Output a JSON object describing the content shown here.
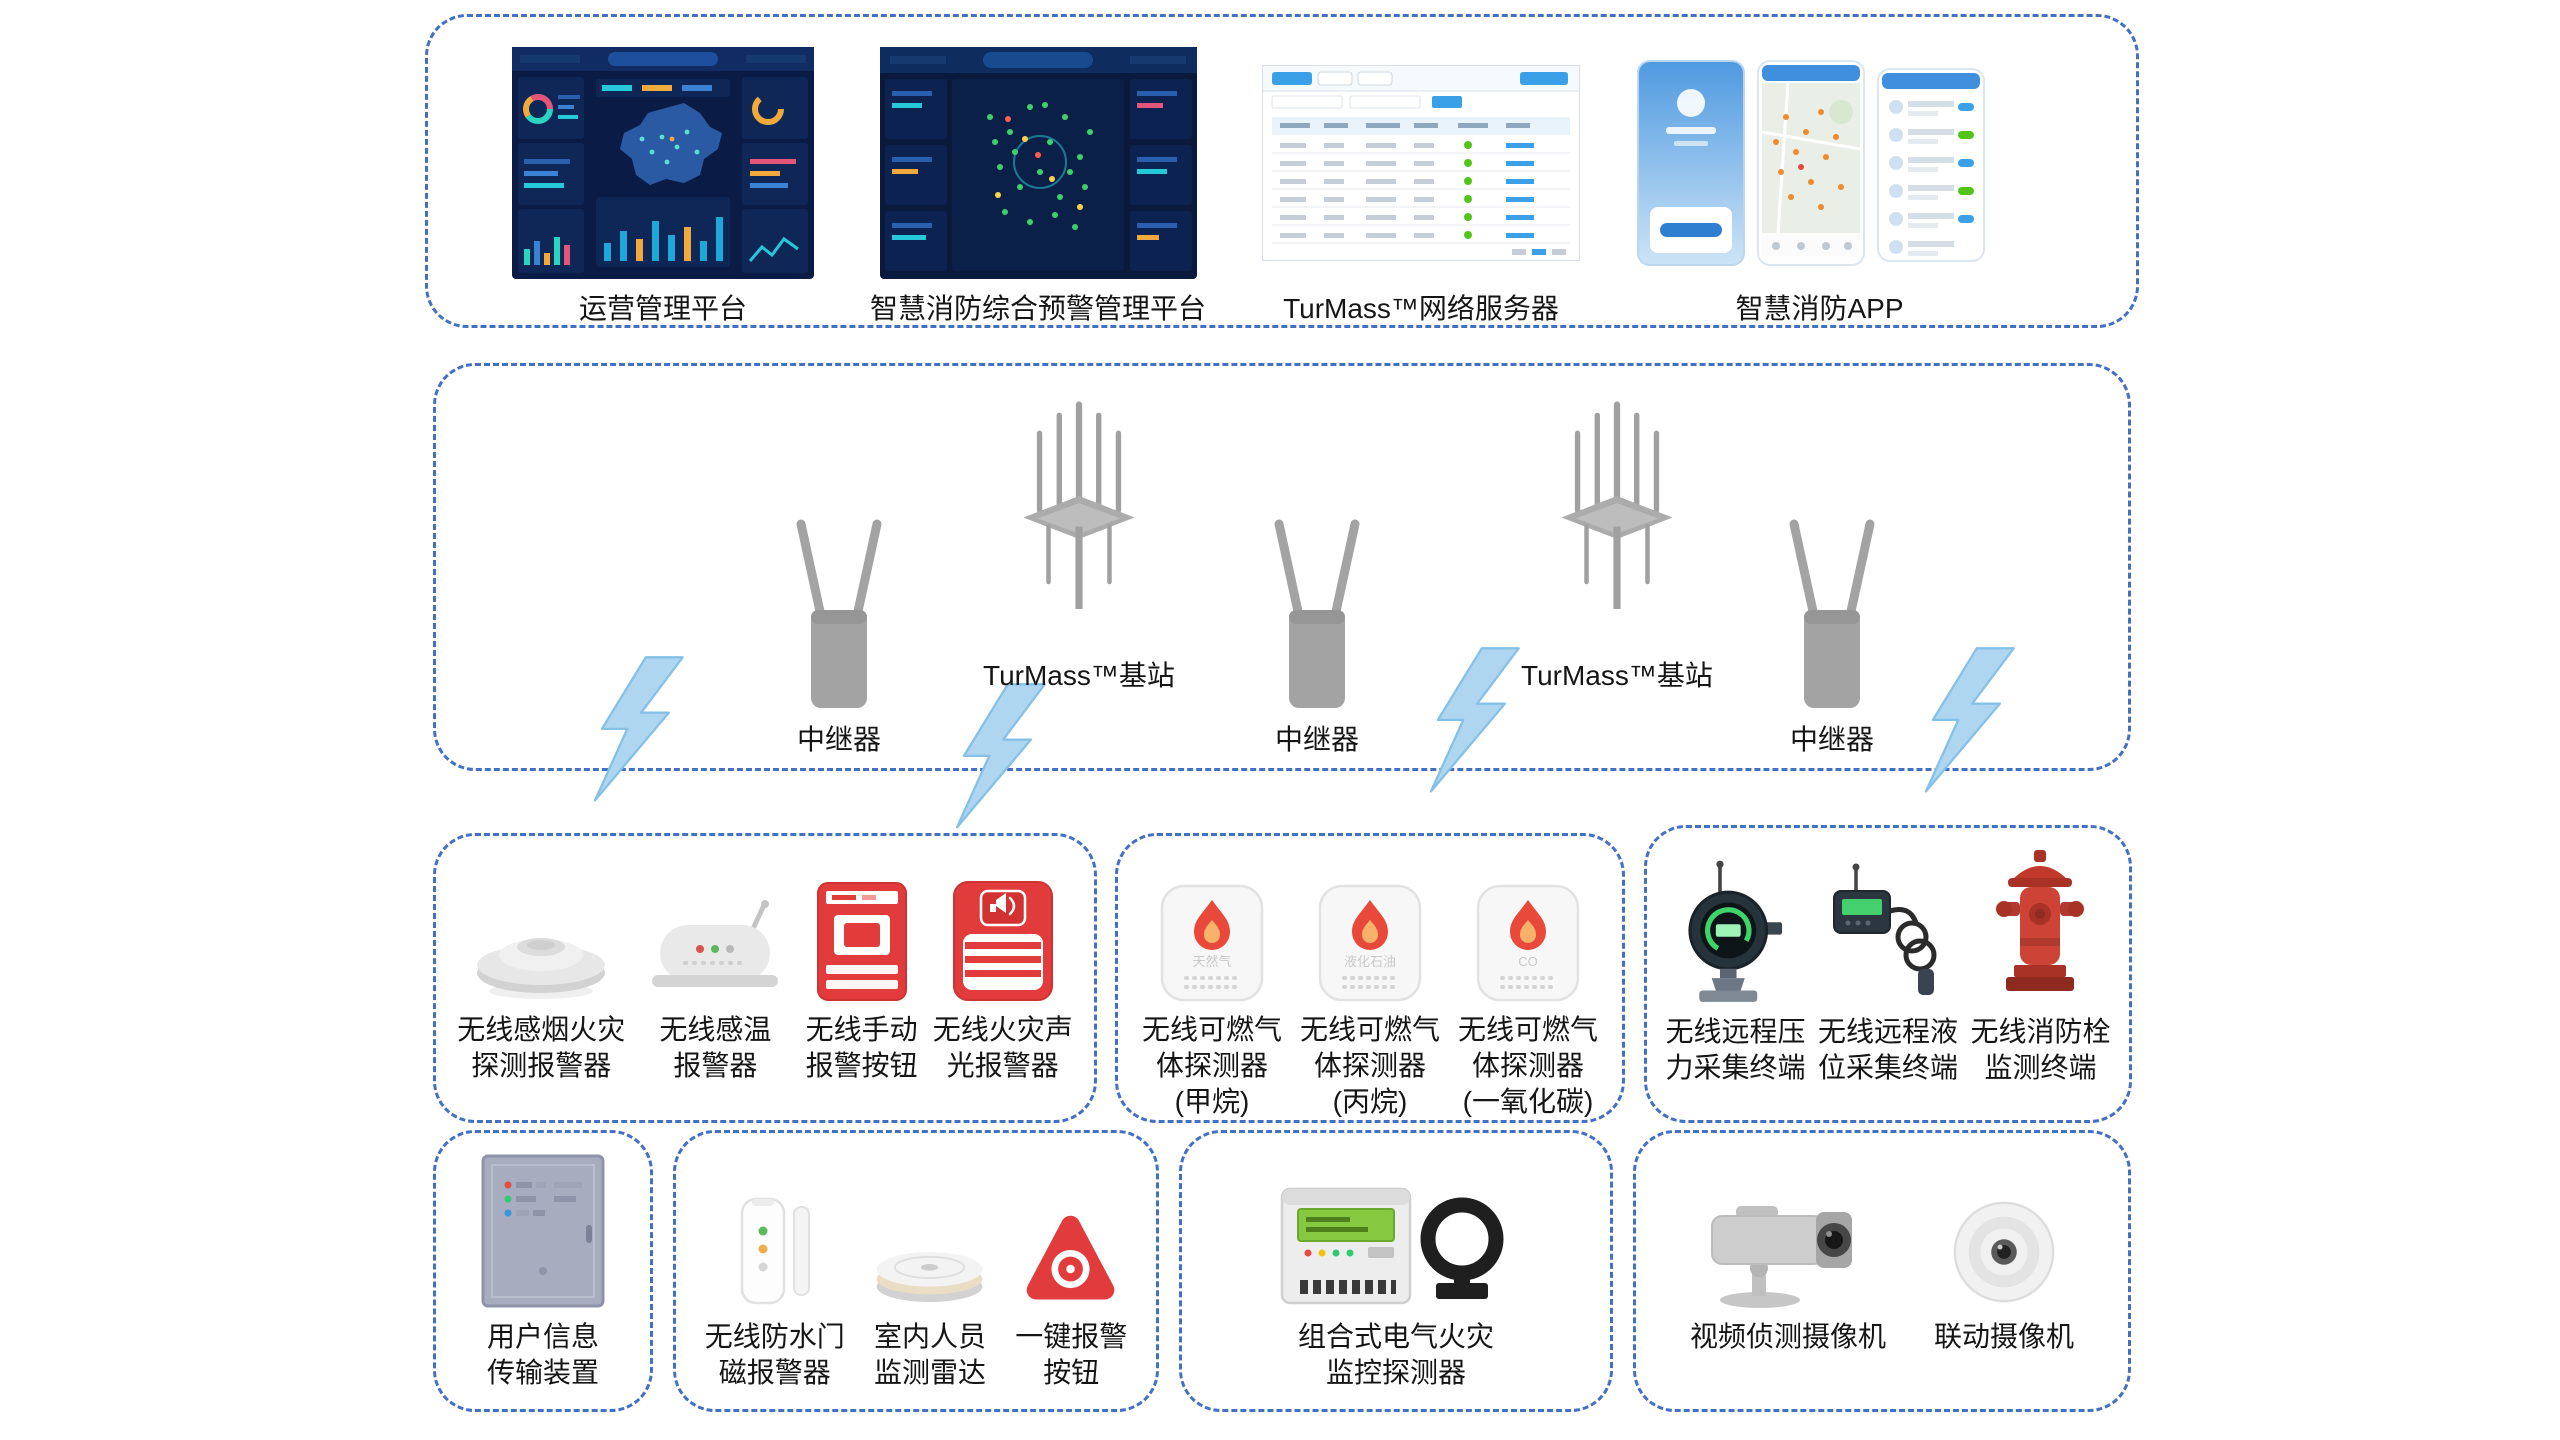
{
  "colors": {
    "box_border": "#4470c4",
    "lightning_blue": "#aed6f1",
    "alarm_red": "#e23b3b",
    "hydrant_red": "#c0392b",
    "device_gray": "#a3a3a3",
    "screen_green": "#86c940"
  },
  "platforms": {
    "items": [
      {
        "label": "运营管理平台"
      },
      {
        "label": "智慧消防综合预警管理平台"
      },
      {
        "label": "TurMass™网络服务器"
      },
      {
        "label": "智慧消防APP"
      }
    ]
  },
  "network": {
    "repeater_label": "中继器",
    "base_label": "TurMass™基站",
    "nodes": [
      "repeater",
      "base-station",
      "repeater",
      "base-station",
      "repeater"
    ]
  },
  "groups": {
    "fire_alarm": {
      "items": [
        {
          "label": "无线感烟火灾\n探测报警器"
        },
        {
          "label": "无线感温\n报警器"
        },
        {
          "label": "无线手动\n报警按钮"
        },
        {
          "label": "无线火灾声\n光报警器"
        }
      ]
    },
    "gas": {
      "items": [
        {
          "label": "无线可燃气\n体探测器\n(甲烷)",
          "watermark": "天然气"
        },
        {
          "label": "无线可燃气\n体探测器\n(丙烷)",
          "watermark": "液化石油"
        },
        {
          "label": "无线可燃气\n体探测器\n(一氧化碳)",
          "watermark": "CO"
        }
      ]
    },
    "monitoring": {
      "items": [
        {
          "label": "无线远程压\n力采集终端"
        },
        {
          "label": "无线远程液\n位采集终端"
        },
        {
          "label": "无线消防栓\n监测终端"
        }
      ]
    },
    "transmitter": {
      "items": [
        {
          "label": "用户信息\n传输装置"
        }
      ]
    },
    "indoor": {
      "items": [
        {
          "label": "无线防水门\n磁报警器"
        },
        {
          "label": "室内人员\n监测雷达"
        },
        {
          "label": "一键报警\n按钮"
        }
      ]
    },
    "electrical": {
      "items": [
        {
          "label": "组合式电气火灾\n监控探测器"
        }
      ]
    },
    "cameras": {
      "items": [
        {
          "label": "视频侦测摄像机"
        },
        {
          "label": "联动摄像机"
        }
      ]
    }
  }
}
